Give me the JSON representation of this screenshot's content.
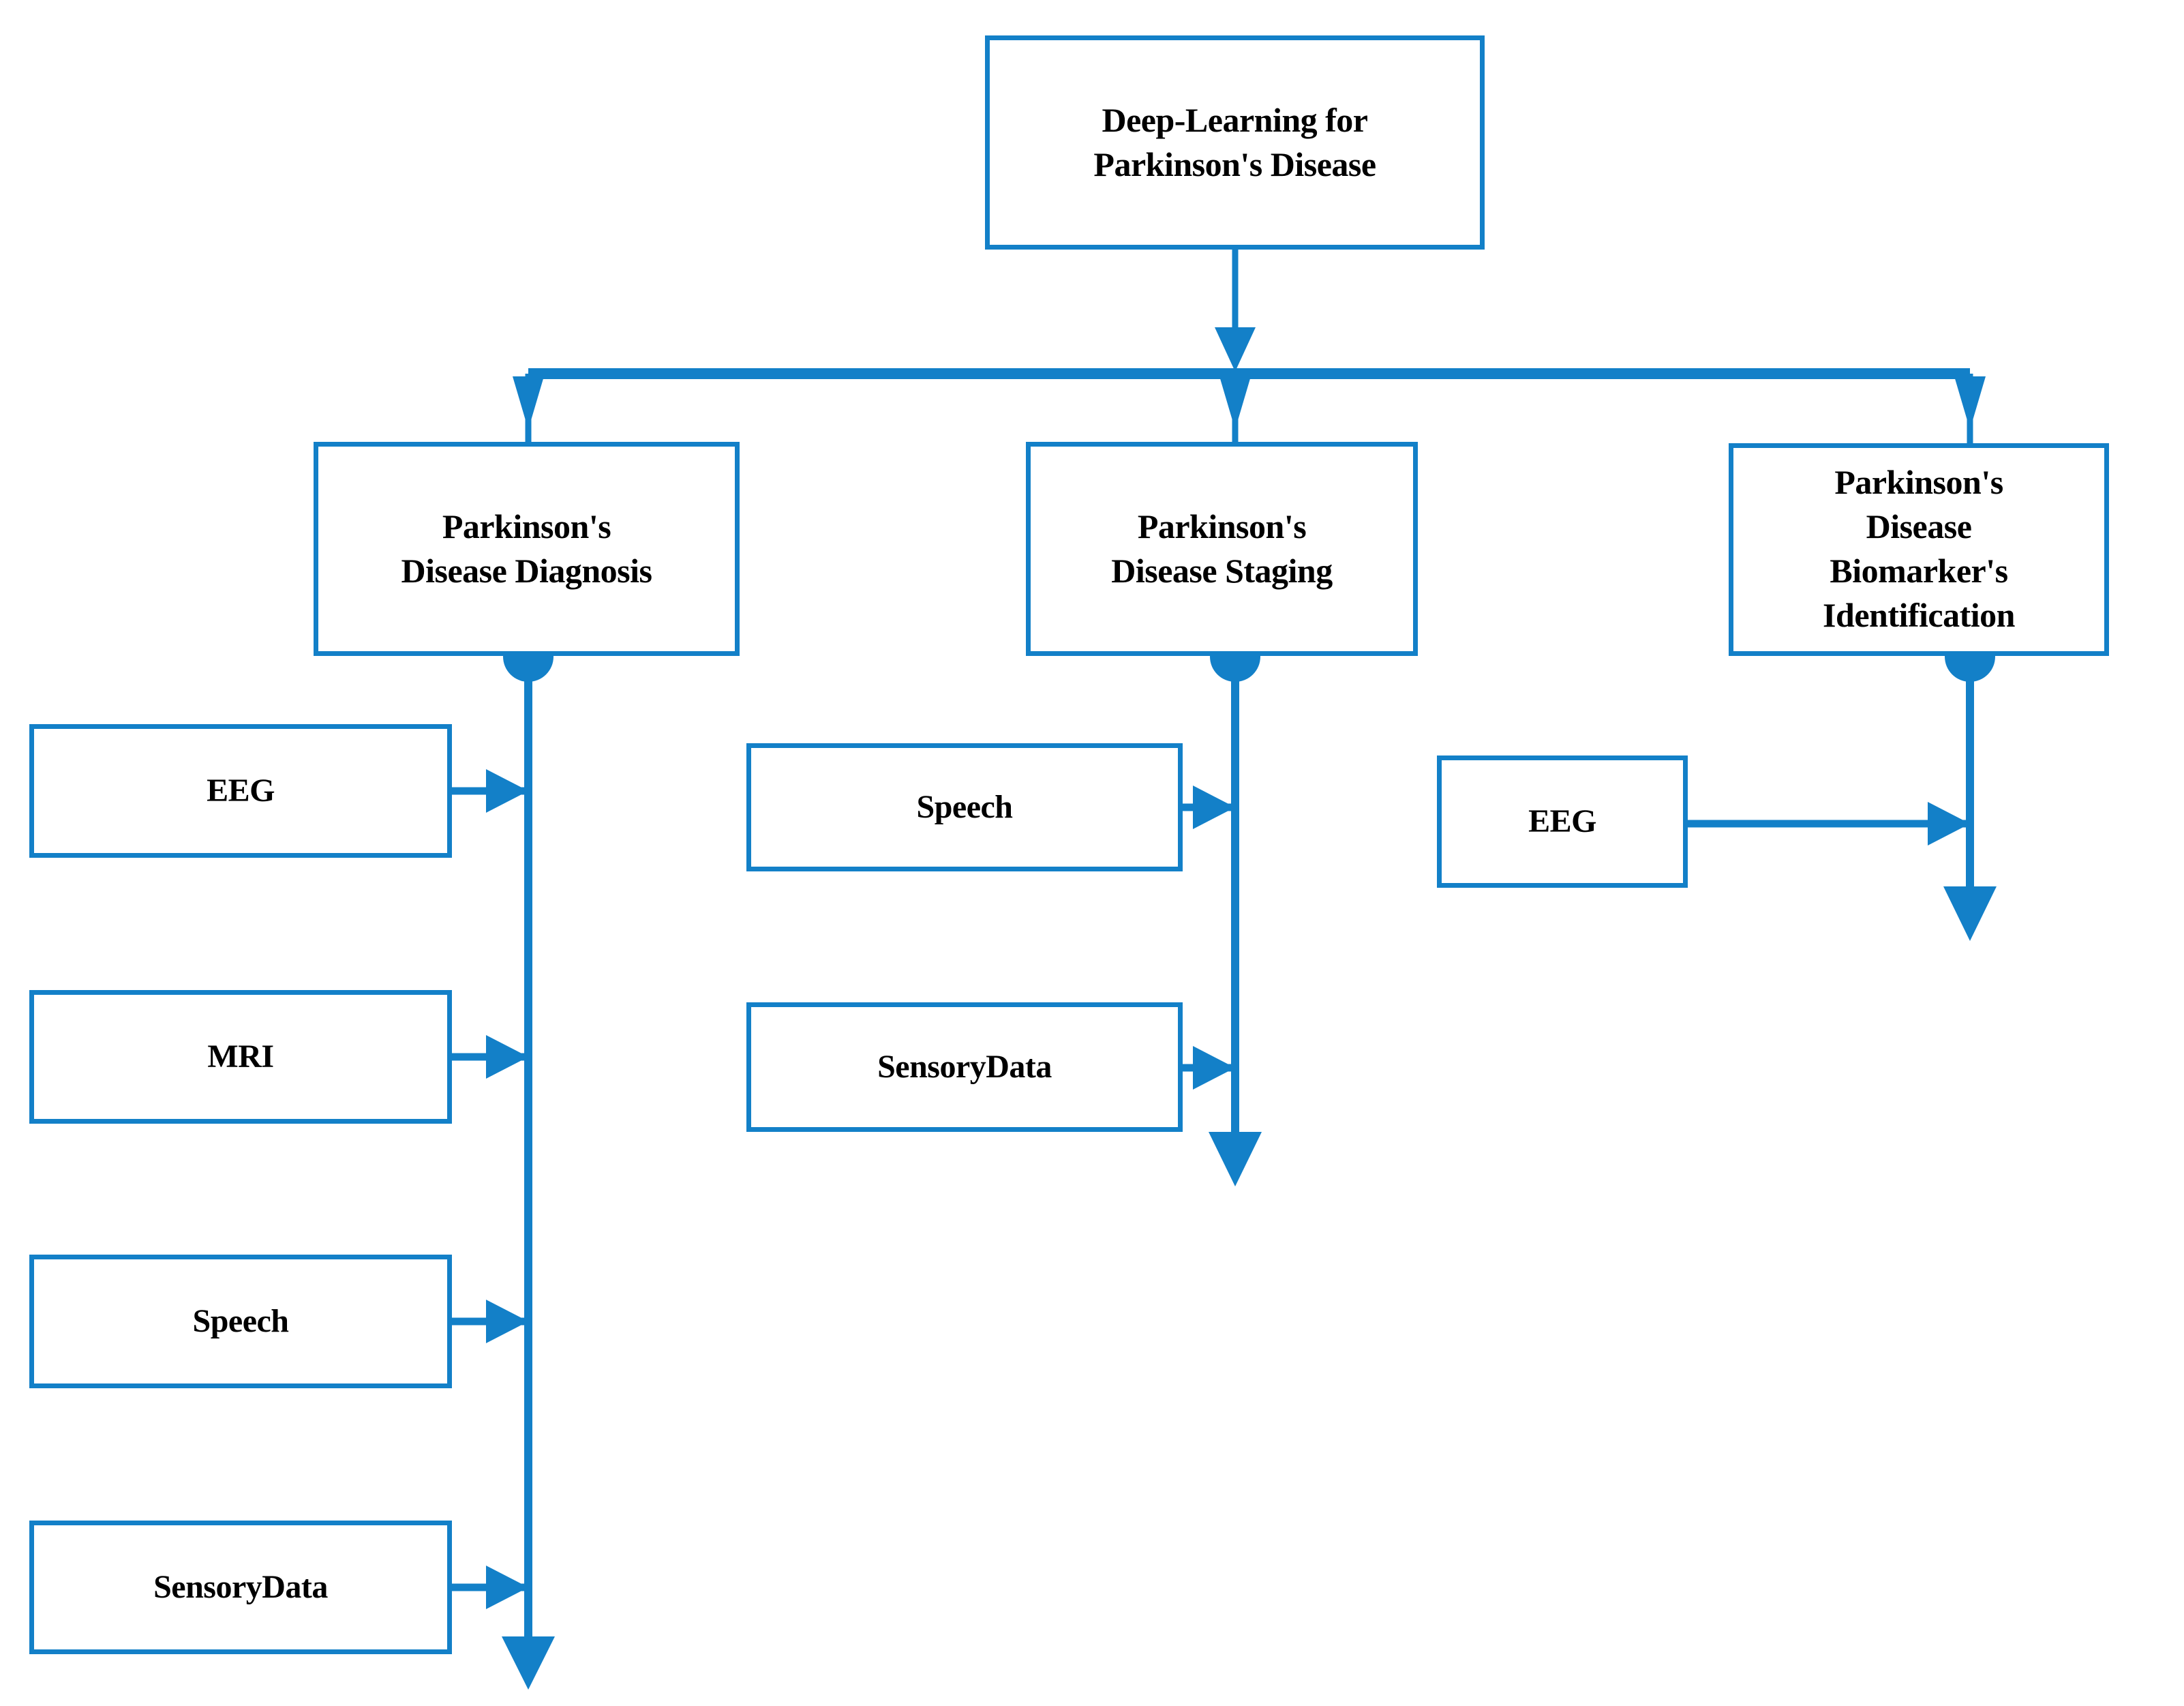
{
  "diagram": {
    "type": "tree-flowchart",
    "title": "Deep-Learning for Parkinson's Disease",
    "colors": {
      "edge": "#1380C8",
      "node_border": "#1380C8",
      "node_fill": "#FFFFFF",
      "text": "#000000"
    },
    "root": {
      "label": "Deep-Learning for\nParkinson's Disease"
    },
    "categories": [
      {
        "id": "diagnosis",
        "label": "Parkinson's\nDisease Diagnosis",
        "leaves": [
          {
            "id": "eeg",
            "label": "EEG"
          },
          {
            "id": "mri",
            "label": "MRI"
          },
          {
            "id": "speech",
            "label": "Speech"
          },
          {
            "id": "sensory",
            "label": "SensoryData"
          }
        ]
      },
      {
        "id": "staging",
        "label": "Parkinson's\nDisease Staging",
        "leaves": [
          {
            "id": "speech",
            "label": "Speech"
          },
          {
            "id": "sensory",
            "label": "SensoryData"
          }
        ]
      },
      {
        "id": "biomarker",
        "label": "Parkinson's\nDisease\nBiomarker's\nIdentification",
        "leaves": [
          {
            "id": "eeg",
            "label": "EEG"
          }
        ]
      }
    ]
  }
}
